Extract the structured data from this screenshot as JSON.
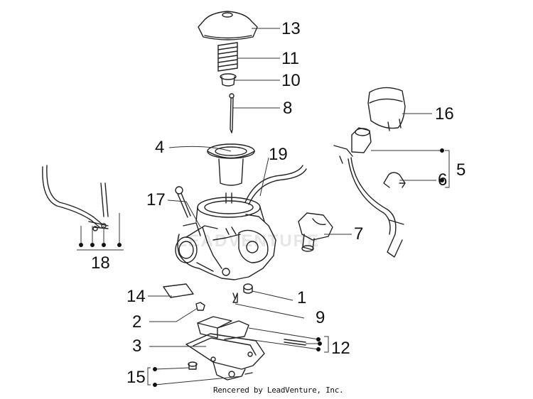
{
  "credit": "Rencered by LeadVenture, Inc.",
  "watermark": "LEADVENTURE",
  "callouts": [
    "13",
    "11",
    "10",
    "8",
    "16",
    "4",
    "19",
    "5",
    "6",
    "17",
    "7",
    "18",
    "14",
    "1",
    "2",
    "9",
    "3",
    "12",
    "15"
  ]
}
